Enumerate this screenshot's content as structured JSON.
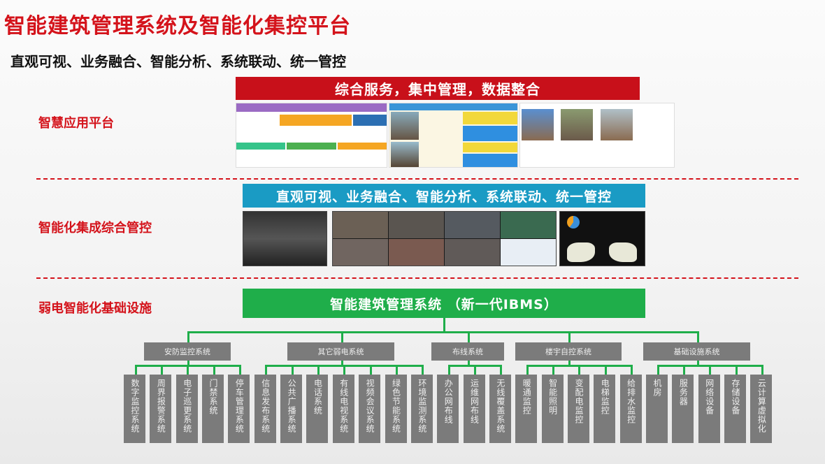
{
  "title": "智能建筑管理系统及智能化集控平台",
  "subtitle": "直观可视、业务融合、智能分析、系统联动、统一管控",
  "layers": [
    {
      "label": "智慧应用平台",
      "banner": "综合服务，集中管理，数据整合"
    },
    {
      "label": "智能化集成综合管控",
      "banner": "直观可视、业务融合、智能分析、系统联动、统一管控"
    },
    {
      "label": "弱电智能化基础设施",
      "banner": "智能建筑管理系统 （新一代IBMS）"
    }
  ],
  "colors": {
    "title": "#d4131b",
    "banner_red": "#c8101a",
    "banner_blue": "#1a9bc4",
    "banner_green": "#1fae4a",
    "box_gray": "#7b7b7b"
  },
  "categories": [
    {
      "name": "安防监控系统",
      "items": [
        "数字监控系统",
        "周界报警系统",
        "电子巡更系统",
        "门禁系统",
        "停车管理系统"
      ]
    },
    {
      "name": "其它弱电系统",
      "items": [
        "信息发布系统",
        "公共广播系统",
        "电话系统",
        "有线电视系统",
        "视频会议系统",
        "绿色节能系统",
        "环境监测系统"
      ]
    },
    {
      "name": "布线系统",
      "items": [
        "办公网布线",
        "运维网布线",
        "无线覆盖系统"
      ]
    },
    {
      "name": "楼宇自控系统",
      "items": [
        "暖通监控",
        "智能照明",
        "变配电监控",
        "电梯监控",
        "给排水监控"
      ]
    },
    {
      "name": "基础设施系统",
      "items": [
        "机房",
        "服务器",
        "网络设备",
        "存储设备",
        "云计算虚拟化"
      ]
    }
  ]
}
